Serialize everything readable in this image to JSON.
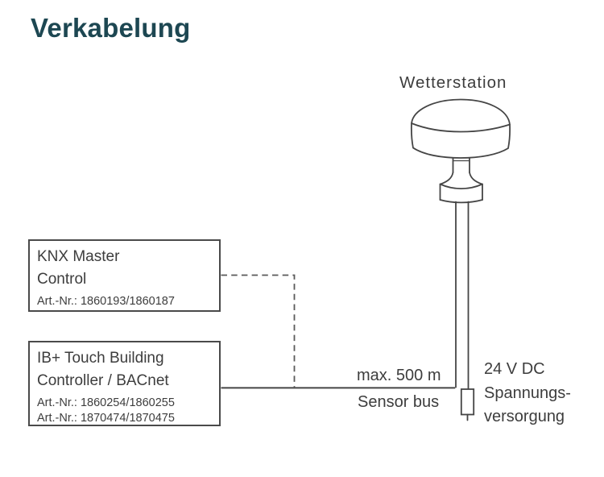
{
  "page": {
    "title": "Verkabelung"
  },
  "diagram": {
    "station": {
      "label": "Wetterstation"
    },
    "devices": [
      {
        "name_lines": [
          "KNX Master",
          "Control"
        ],
        "article_numbers": [
          "Art.-Nr.: 1860193/1860187"
        ]
      },
      {
        "name_lines": [
          "IB+ Touch Building",
          "Controller / BACnet"
        ],
        "article_numbers": [
          "Art.-Nr.: 1860254/1860255",
          "Art.-Nr.: 1870474/1870475"
        ]
      }
    ],
    "sensor_bus": {
      "line1": "max. 500 m",
      "line2": "Sensor bus"
    },
    "power_supply": {
      "lines": [
        "24 V DC",
        "Spannungs-",
        "versorgung"
      ]
    },
    "colors": {
      "title": "#1d4752",
      "text": "#3d3d3d",
      "line": "#454545",
      "dashed_line": "#5a5a5a"
    }
  }
}
